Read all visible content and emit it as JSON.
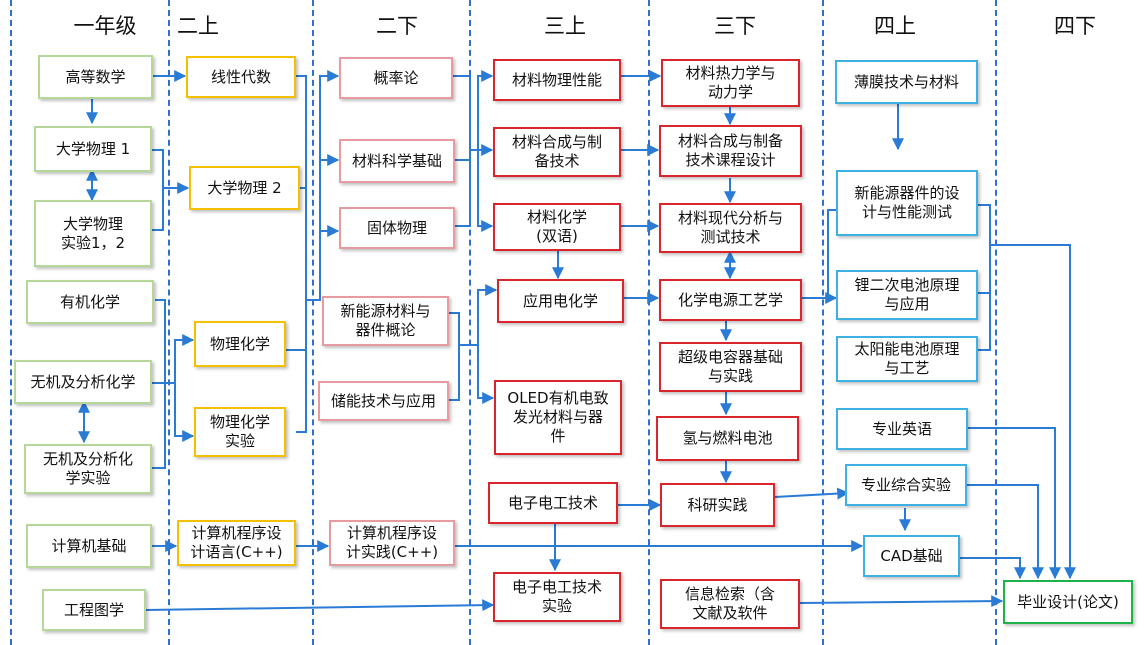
{
  "years": [
    "一年级",
    "二上",
    "二下",
    "三上",
    "三下",
    "四上",
    "四下"
  ],
  "courses": {
    "c1": "高等数学",
    "c2": "大学物理 1",
    "c3": "大学物理\n实验1，2",
    "c4": "有机化学",
    "c5": "无机及分析化学",
    "c6": "无机及分析化\n学实验",
    "c7": "计算机基础",
    "c8": "工程图学",
    "c9": "线性代数",
    "c10": "大学物理 2",
    "c11": "物理化学",
    "c12": "物理化学\n实验",
    "c13": "计算机程序设\n计语言(C++)",
    "c14": "概率论",
    "c15": "材料科学基础",
    "c16": "固体物理",
    "c17": "新能源材料与\n器件概论",
    "c18": "储能技术与应用",
    "c19": "计算机程序设\n计实践(C++)",
    "c20": "材料物理性能",
    "c21": "材料合成与制\n备技术",
    "c22": "材料化学\n(双语)",
    "c23": "应用电化学",
    "c24": "OLED有机电致\n发光材料与器\n件",
    "c25": "电子电工技术",
    "c26": "电子电工技术\n实验",
    "c27": "材料热力学与\n动力学",
    "c28": "材料合成与制备\n技术课程设计",
    "c29": "材料现代分析与\n测试技术",
    "c30": "化学电源工艺学",
    "c31": "超级电容器基础\n与实践",
    "c32": "氢与燃料电池",
    "c33": "科研实践",
    "c34": "信息检索（含\n文献及软件",
    "c35": "薄膜技术与材料",
    "c36": "新能源器件的设\n计与性能测试",
    "c37": "锂二次电池原理\n与应用",
    "c38": "太阳能电池原理\n与工艺",
    "c39": "专业英语",
    "c40": "专业综合实验",
    "c41": "CAD基础",
    "c42": "毕业设计(论文)"
  },
  "colors": {
    "year1_border": "#b5d79a",
    "year2a_border": "#f5c000",
    "year2b_border": "#e79aa0",
    "year3_border": "#d8262c",
    "year4a_border": "#3fb0e2",
    "thesis_border": "#20b24a",
    "connector": "#2a7bd6"
  }
}
